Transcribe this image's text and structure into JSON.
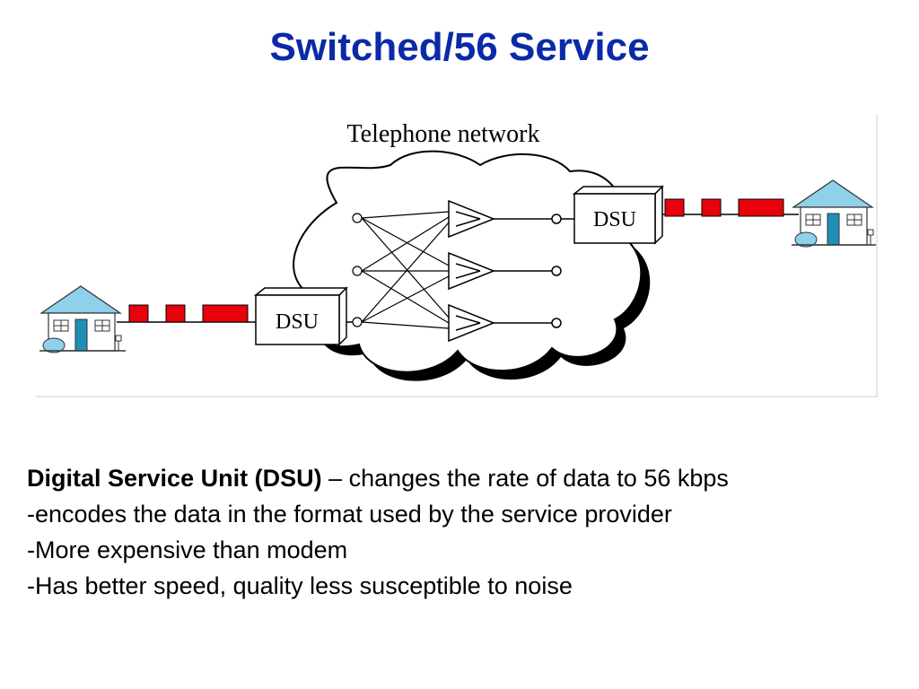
{
  "slide": {
    "title": "Switched/56 Service"
  },
  "diagram": {
    "network_label": "Telephone network",
    "dsu_left_label": "DSU",
    "dsu_right_label": "DSU",
    "colors": {
      "data_block": "#e8000d",
      "house_roof": "#8fd0ea",
      "house_door": "#1f8fb5",
      "cloud_fill": "#ffffff",
      "cloud_shadow": "#000000"
    },
    "icons": [
      "house-icon",
      "switch-icon",
      "dsu-box-icon",
      "cloud-icon"
    ]
  },
  "text": {
    "term": "Digital Service Unit (DSU)",
    "term_desc": " – changes the rate of data to 56 kbps",
    "bullet_1": "-encodes the data in the format used by the service provider",
    "bullet_2": "-More expensive than modem",
    "bullet_3": "-Has better speed, quality less susceptible to noise"
  }
}
